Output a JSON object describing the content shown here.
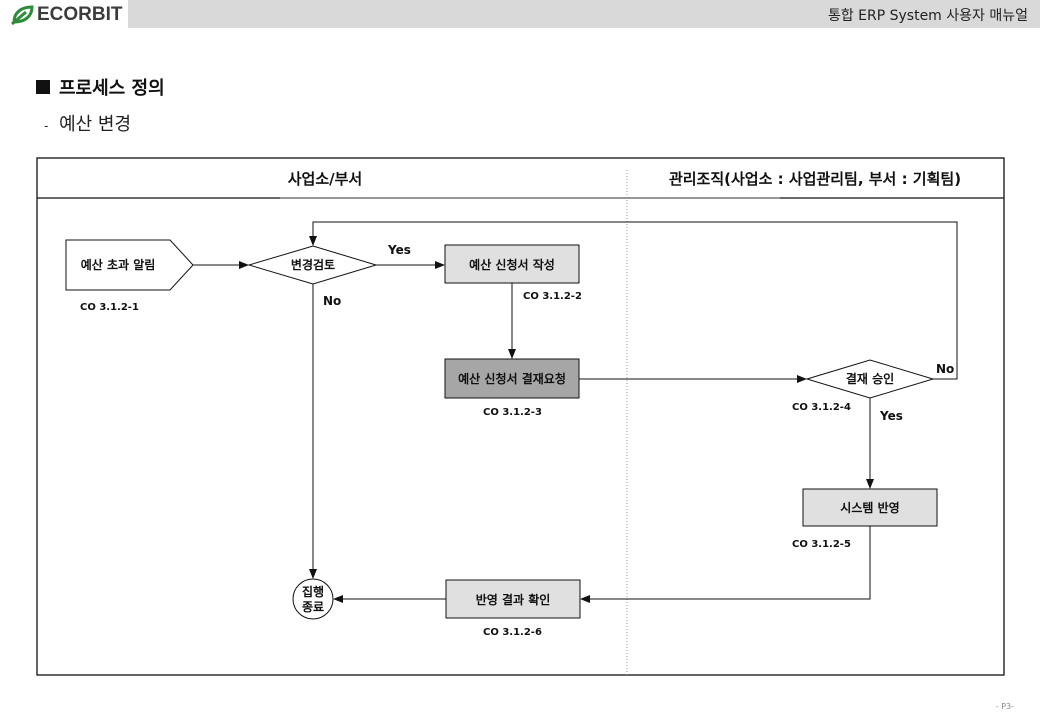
{
  "header": {
    "logo_text": "ECORBIT",
    "doc_title": "통합 ERP System 사용자 매뉴얼"
  },
  "section": {
    "title": "프로세스 정의",
    "subtitle_dash": "-",
    "subtitle": "예산 변경"
  },
  "lanes": [
    {
      "label": "사업소/부서"
    },
    {
      "label": "관리조직(사업소 : 사업관리팀, 부서 : 기획팀)"
    }
  ],
  "nodes": {
    "n1": {
      "label": "예산 초과 알림",
      "code": "CO 3.1.2-1",
      "shape": "pentagon"
    },
    "d1": {
      "label": "변경검토",
      "shape": "diamond"
    },
    "n2": {
      "label": "예산 신청서 작성",
      "code": "CO 3.1.2-2",
      "shape": "box"
    },
    "n3": {
      "label": "예산 신청서 결재요청",
      "code": "CO 3.1.2-3",
      "shape": "box-dark"
    },
    "d2": {
      "label": "결재 승인",
      "code": "CO 3.1.2-4",
      "shape": "diamond"
    },
    "n5": {
      "label": "시스템 반영",
      "code": "CO 3.1.2-5",
      "shape": "box"
    },
    "n6": {
      "label": "반영 결과 확인",
      "code": "CO 3.1.2-6",
      "shape": "box"
    },
    "end": {
      "label_line1": "집행",
      "label_line2": "종료",
      "shape": "circle"
    }
  },
  "edge_labels": {
    "d1_yes": "Yes",
    "d1_no": "No",
    "d2_no": "No",
    "d2_yes": "Yes"
  },
  "colors": {
    "box_fill": "#e0e0e0",
    "box_dark_fill": "#a6a6a6",
    "header_bar": "#d9d9d9"
  },
  "footer": {
    "page": "- P3-"
  }
}
